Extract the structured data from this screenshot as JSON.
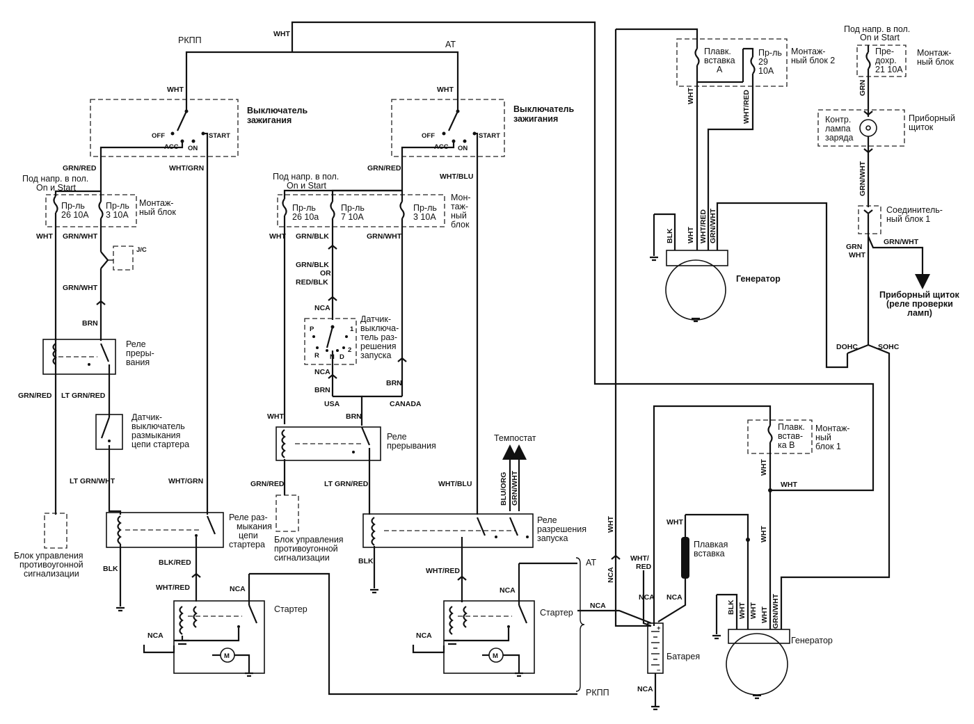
{
  "labels": {
    "mt": "РКПП",
    "at": "AT",
    "wht_top": "WHT",
    "ign_title_l1": "Выключатель",
    "ign_title_l2": "зажигания",
    "off": "OFF",
    "acc": "ACC",
    "on": "ON",
    "start": "START",
    "grn_red": "GRN/RED",
    "wht_grn": "WHT/GRN",
    "wht_blu": "WHT/BLU",
    "wht": "WHT",
    "grn_wht": "GRN/WHT",
    "grn_blk": "GRN/BLK",
    "or": "OR",
    "red_blk": "RED/BLK",
    "nca": "NCA",
    "brn": "BRN",
    "blk": "BLK",
    "blk_red": "BLK/RED",
    "wht_red": "WHT/RED",
    "lt_grn_wht": "LT GRN/WHT",
    "lt_grn_red": "LT GRN/RED",
    "usa": "USA",
    "canada": "CANADA",
    "jc": "J/C",
    "blu_org": "BLU/ORG",
    "dohc": "DOHC",
    "sohc": "SOHC",
    "p": "P",
    "r": "R",
    "n": "N",
    "d": "D",
    "one": "1",
    "two": "2",
    "plus": "+",
    "minus": "–",
    "wht_slash": "WHT/",
    "red": "RED",
    "pwr_l1": "Под напр. в пол.",
    "pwr_l2": "On и Start",
    "fuse26_l1": "Пр-ль",
    "fuse26_l2": "26  10A",
    "fuse3_l1": "Пр-ль",
    "fuse3_l2": "3  10A",
    "fuse26a_l2": "26  10a",
    "fuse7_l1": "Пр-ль",
    "fuse7_l2": "7  10A",
    "mblock_l1": "Монтаж-",
    "mblock_l2": "ный блок",
    "mblock2_l1": "Мон-",
    "mblock2_l2": "таж-",
    "mblock2_l3": "ный",
    "mblock2_l4": "блок",
    "relay_int_l1": "Реле",
    "relay_int_l2": "преры-",
    "relay_int_l3": "вания",
    "relay_int2_l1": "Реле",
    "relay_int2_l2": "прерывания",
    "sensor_l1": "Датчик-",
    "sensor_l2": "выключатель",
    "sensor_l3": "размыкания",
    "sensor_l4": "цепи стартера",
    "relay_open_l1": "Реле раз-",
    "relay_open_l2": "мыкания",
    "relay_open_l3": "цепи",
    "relay_open_l4": "стартера",
    "antitheft_l1": "Блок управления",
    "antitheft_l2": "противоугонной",
    "antitheft_l3": "сигнализации",
    "starter": "Стартер",
    "permit_l1": "Датчик-",
    "permit_l2": "выключа-",
    "permit_l3": "тель раз-",
    "permit_l4": "решения",
    "permit_l5": "запуска",
    "tempostat": "Темпостат",
    "relay_perm_l1": "Реле",
    "relay_perm_l2": "разрешения",
    "relay_perm_l3": "запуска",
    "fl_a_l1": "Плавк.",
    "fl_a_l2": "вставка",
    "fl_a_l3": "A",
    "fuse29_l1": "Пр-ль",
    "fuse29_l2": "29",
    "fuse29_l3": "10A",
    "mb2_l1": "Монтаж-",
    "mb2_l2": "ный блок 2",
    "generator": "Генератор",
    "fuse21_l1": "Пре-",
    "fuse21_l2": "дохр.",
    "fuse21_l3": "21 10A",
    "lamp_l1": "Контр.",
    "lamp_l2": "лампа",
    "lamp_l3": "заряда",
    "cluster_l1": "Приборный",
    "cluster_l2": "щиток",
    "conn_l1": "Соединитель-",
    "conn_l2": "ный блок 1",
    "cl_relay_l1": "Приборный щиток",
    "cl_relay_l2": "(реле проверки",
    "cl_relay_l3": "ламп)",
    "fl_b_l1": "Плавк.",
    "fl_b_l2": "встав-",
    "fl_b_l3": "ка B",
    "mb1_l1": "Монтаж-",
    "mb1_l2": "ный",
    "mb1_l3": "блок 1",
    "fusible_l1": "Плавкая",
    "fusible_l2": "вставка",
    "battery": "Батарея"
  }
}
